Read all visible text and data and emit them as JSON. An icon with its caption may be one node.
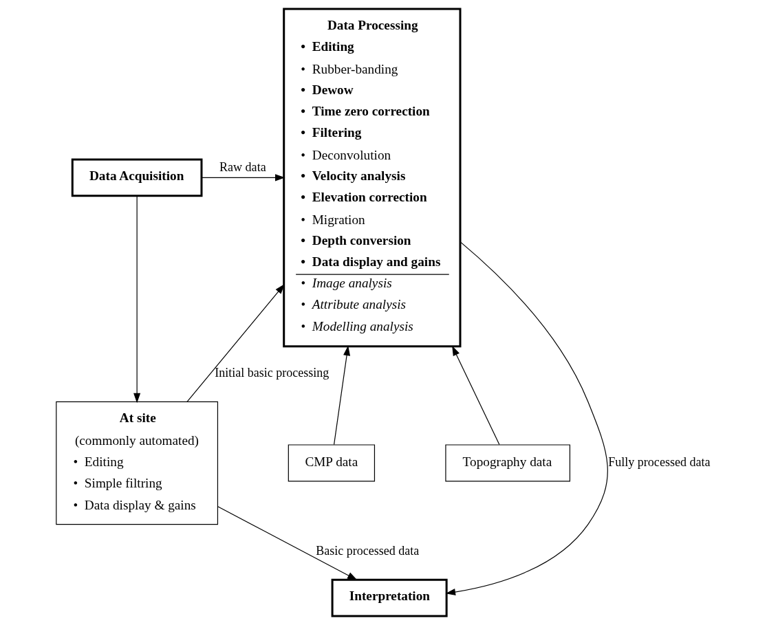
{
  "diagram": {
    "nodes": [
      {
        "text": [
          "Data Acquisition"
        ]
      },
      {
        "text": [
          "At site",
          "(commonly automated)",
          "•  Editing",
          "•  Simple filtring",
          "•  Data display & gains"
        ]
      },
      {
        "text": [
          "Data Processing",
          "•  Editing",
          "•  Rubber-banding",
          "•  Dewow",
          "•  Time zero correction",
          "•  Filtering",
          "•  Deconvolution",
          "•  Velocity analysis",
          "•  Elevation correction",
          "•  Migration",
          "•  Depth conversion",
          "•  Data display and gains",
          "•  Image analysis",
          "•  Attribute analysis",
          "•  Modelling analysis"
        ]
      },
      {
        "text": [
          "CMP data"
        ]
      },
      {
        "text": [
          "Topography data"
        ]
      },
      {
        "text": [
          "Interpretation"
        ]
      }
    ],
    "edges": [
      {
        "from": 0,
        "to": 2,
        "arrow": "to",
        "label": "Raw data"
      },
      {
        "from": 0,
        "to": 1,
        "arrow": "to"
      },
      {
        "from": 1,
        "to": 2,
        "arrow": "to",
        "label": "Initial basic processing"
      },
      {
        "from": 3,
        "to": 2,
        "arrow": "to"
      },
      {
        "from": 4,
        "to": 2,
        "arrow": "to"
      },
      {
        "from": 1,
        "to": 5,
        "arrow": "to",
        "label": "Basic processed data"
      },
      {
        "from": 2,
        "to": 5,
        "arrow": "to",
        "label": "Fully processed data"
      }
    ]
  }
}
